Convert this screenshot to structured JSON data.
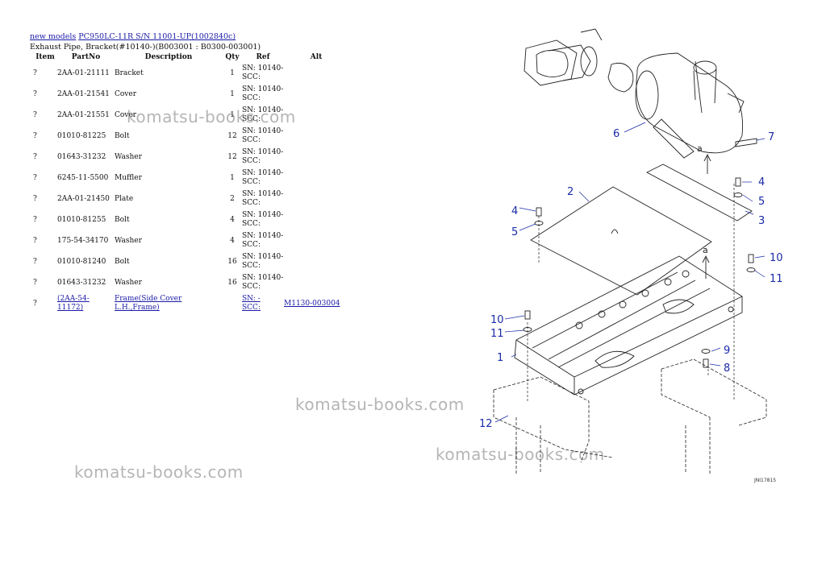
{
  "header": {
    "new_models": "new models",
    "model_link": "PC950LC-11R S/N 11001-UP(1002840c)",
    "subtitle": "Exhaust Pipe, Bracket(#10140-)(B003001 : B0300-003001)"
  },
  "columns": [
    "Item",
    "PartNo",
    "Description",
    "Qty",
    "Ref",
    "Alt"
  ],
  "rows": [
    {
      "item": "?",
      "part": "2AA-01-21111",
      "desc": "Bracket",
      "qty": "1",
      "ref1": "SN: 10140-",
      "ref2": "SCC:",
      "alt": ""
    },
    {
      "item": "?",
      "part": "2AA-01-21541",
      "desc": "Cover",
      "qty": "1",
      "ref1": "SN: 10140-",
      "ref2": "SCC:",
      "alt": ""
    },
    {
      "item": "?",
      "part": "2AA-01-21551",
      "desc": "Cover",
      "qty": "1",
      "ref1": "SN: 10140-",
      "ref2": "SCC:",
      "alt": ""
    },
    {
      "item": "?",
      "part": "01010-81225",
      "desc": "Bolt",
      "qty": "12",
      "ref1": "SN: 10140-",
      "ref2": "SCC:",
      "alt": ""
    },
    {
      "item": "?",
      "part": "01643-31232",
      "desc": "Washer",
      "qty": "12",
      "ref1": "SN: 10140-",
      "ref2": "SCC:",
      "alt": ""
    },
    {
      "item": "?",
      "part": "6245-11-5500",
      "desc": "Muffler",
      "qty": "1",
      "ref1": "SN: 10140-",
      "ref2": "SCC:",
      "alt": ""
    },
    {
      "item": "?",
      "part": "2AA-01-21450",
      "desc": "Plate",
      "qty": "2",
      "ref1": "SN: 10140-",
      "ref2": "SCC:",
      "alt": ""
    },
    {
      "item": "?",
      "part": "01010-81255",
      "desc": "Bolt",
      "qty": "4",
      "ref1": "SN: 10140-",
      "ref2": "SCC:",
      "alt": ""
    },
    {
      "item": "?",
      "part": "175-54-34170",
      "desc": "Washer",
      "qty": "4",
      "ref1": "SN: 10140-",
      "ref2": "SCC:",
      "alt": ""
    },
    {
      "item": "?",
      "part": "01010-81240",
      "desc": "Bolt",
      "qty": "16",
      "ref1": "SN: 10140-",
      "ref2": "SCC:",
      "alt": ""
    },
    {
      "item": "?",
      "part": "01643-31232",
      "desc": "Washer",
      "qty": "16",
      "ref1": "SN: 10140-",
      "ref2": "SCC:",
      "alt": ""
    },
    {
      "item": "?",
      "part": "(2AA-54-11172)",
      "desc": "Frame(Side Cover L.H.,Frame)",
      "qty": "",
      "ref1": "SN: -",
      "ref2": "SCC:",
      "alt": "M1130-003004",
      "link": true
    }
  ],
  "watermark": "komatsu-books.com",
  "diagram": {
    "code": "JNI17815",
    "callouts": [
      "1",
      "2",
      "3",
      "4",
      "5",
      "6",
      "7",
      "8",
      "9",
      "10",
      "11",
      "12"
    ],
    "arrow_label": "a"
  },
  "colors": {
    "link": "#1a1aa6",
    "callout": "#1a2aa8",
    "watermark": "#787878"
  }
}
